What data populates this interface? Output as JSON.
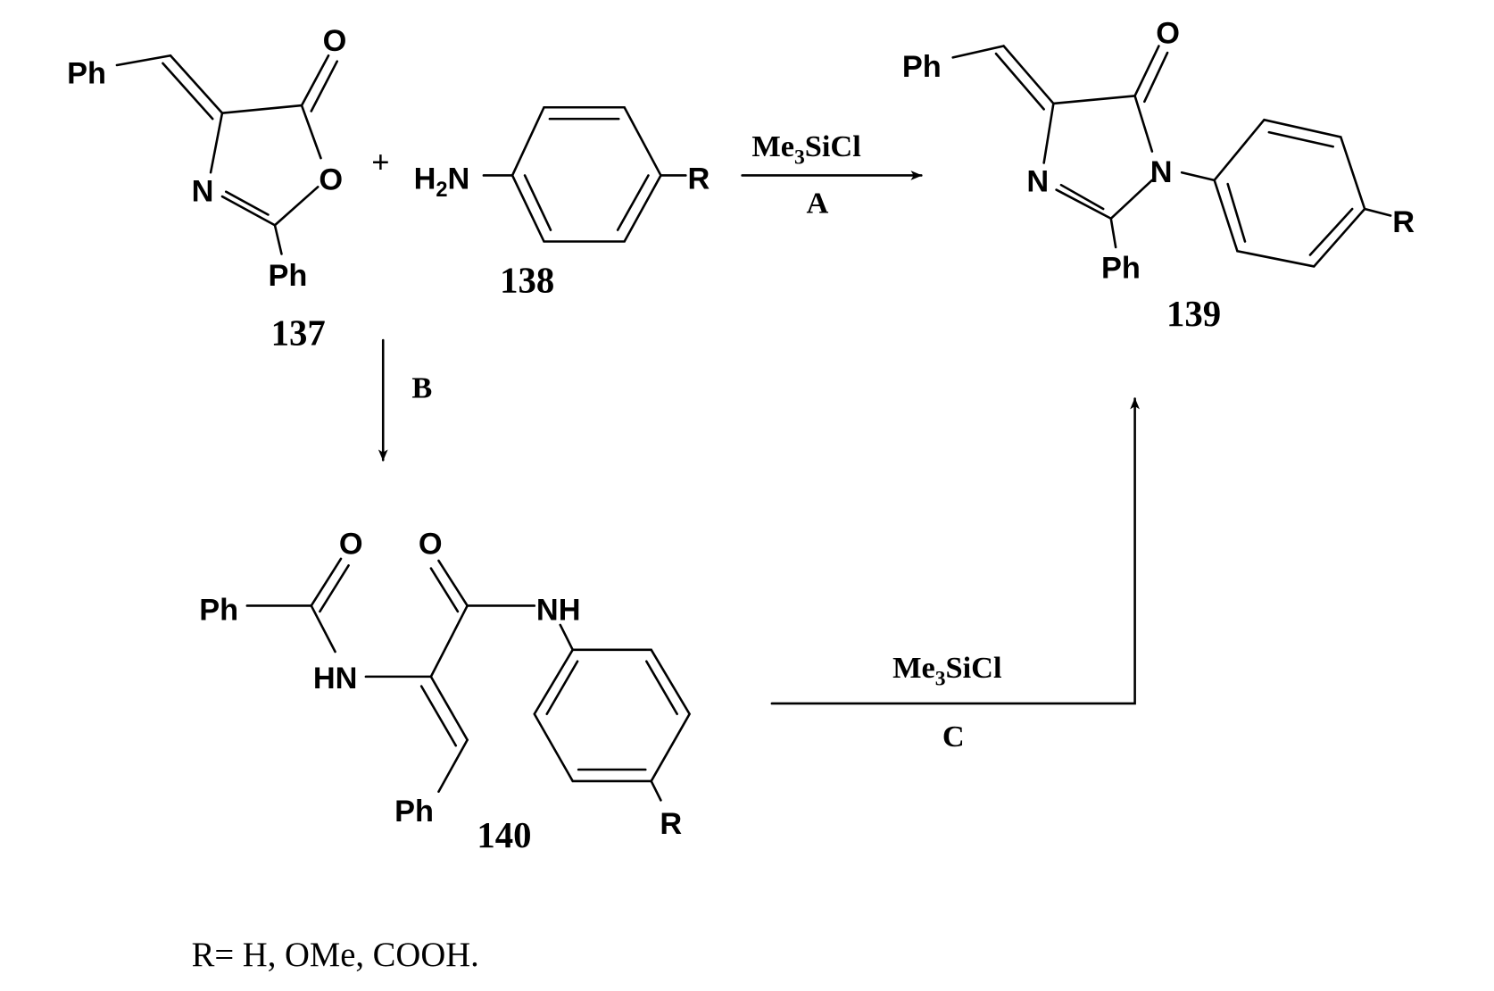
{
  "compounds": {
    "c137": {
      "number": "137",
      "atoms": {
        "ph_top": "Ph",
        "o_carbonyl": "O",
        "o_ring": "O",
        "n_ring": "N",
        "ph_bottom": "Ph"
      }
    },
    "c138": {
      "number": "138",
      "amine": {
        "h": "H",
        "sub": "2",
        "n": "N"
      },
      "r": "R"
    },
    "c139": {
      "number": "139",
      "atoms": {
        "ph_top": "Ph",
        "o_carbonyl": "O",
        "n1": "N",
        "n3": "N",
        "ph_bottom": "Ph",
        "r": "R"
      }
    },
    "c140": {
      "number": "140",
      "atoms": {
        "ph_left": "Ph",
        "o1": "O",
        "o2": "O",
        "hn": "HN",
        "nh": "NH",
        "ph_bottom": "Ph",
        "r": "R"
      }
    }
  },
  "plus": "+",
  "arrows": {
    "A": {
      "label": "A",
      "reagent": {
        "main": "Me",
        "sub": "3",
        "rest": "SiCl"
      }
    },
    "B": {
      "label": "B"
    },
    "C": {
      "label": "C",
      "reagent": {
        "main": "Me",
        "sub": "3",
        "rest": "SiCl"
      }
    }
  },
  "footnote": "R= H, OMe, COOH."
}
